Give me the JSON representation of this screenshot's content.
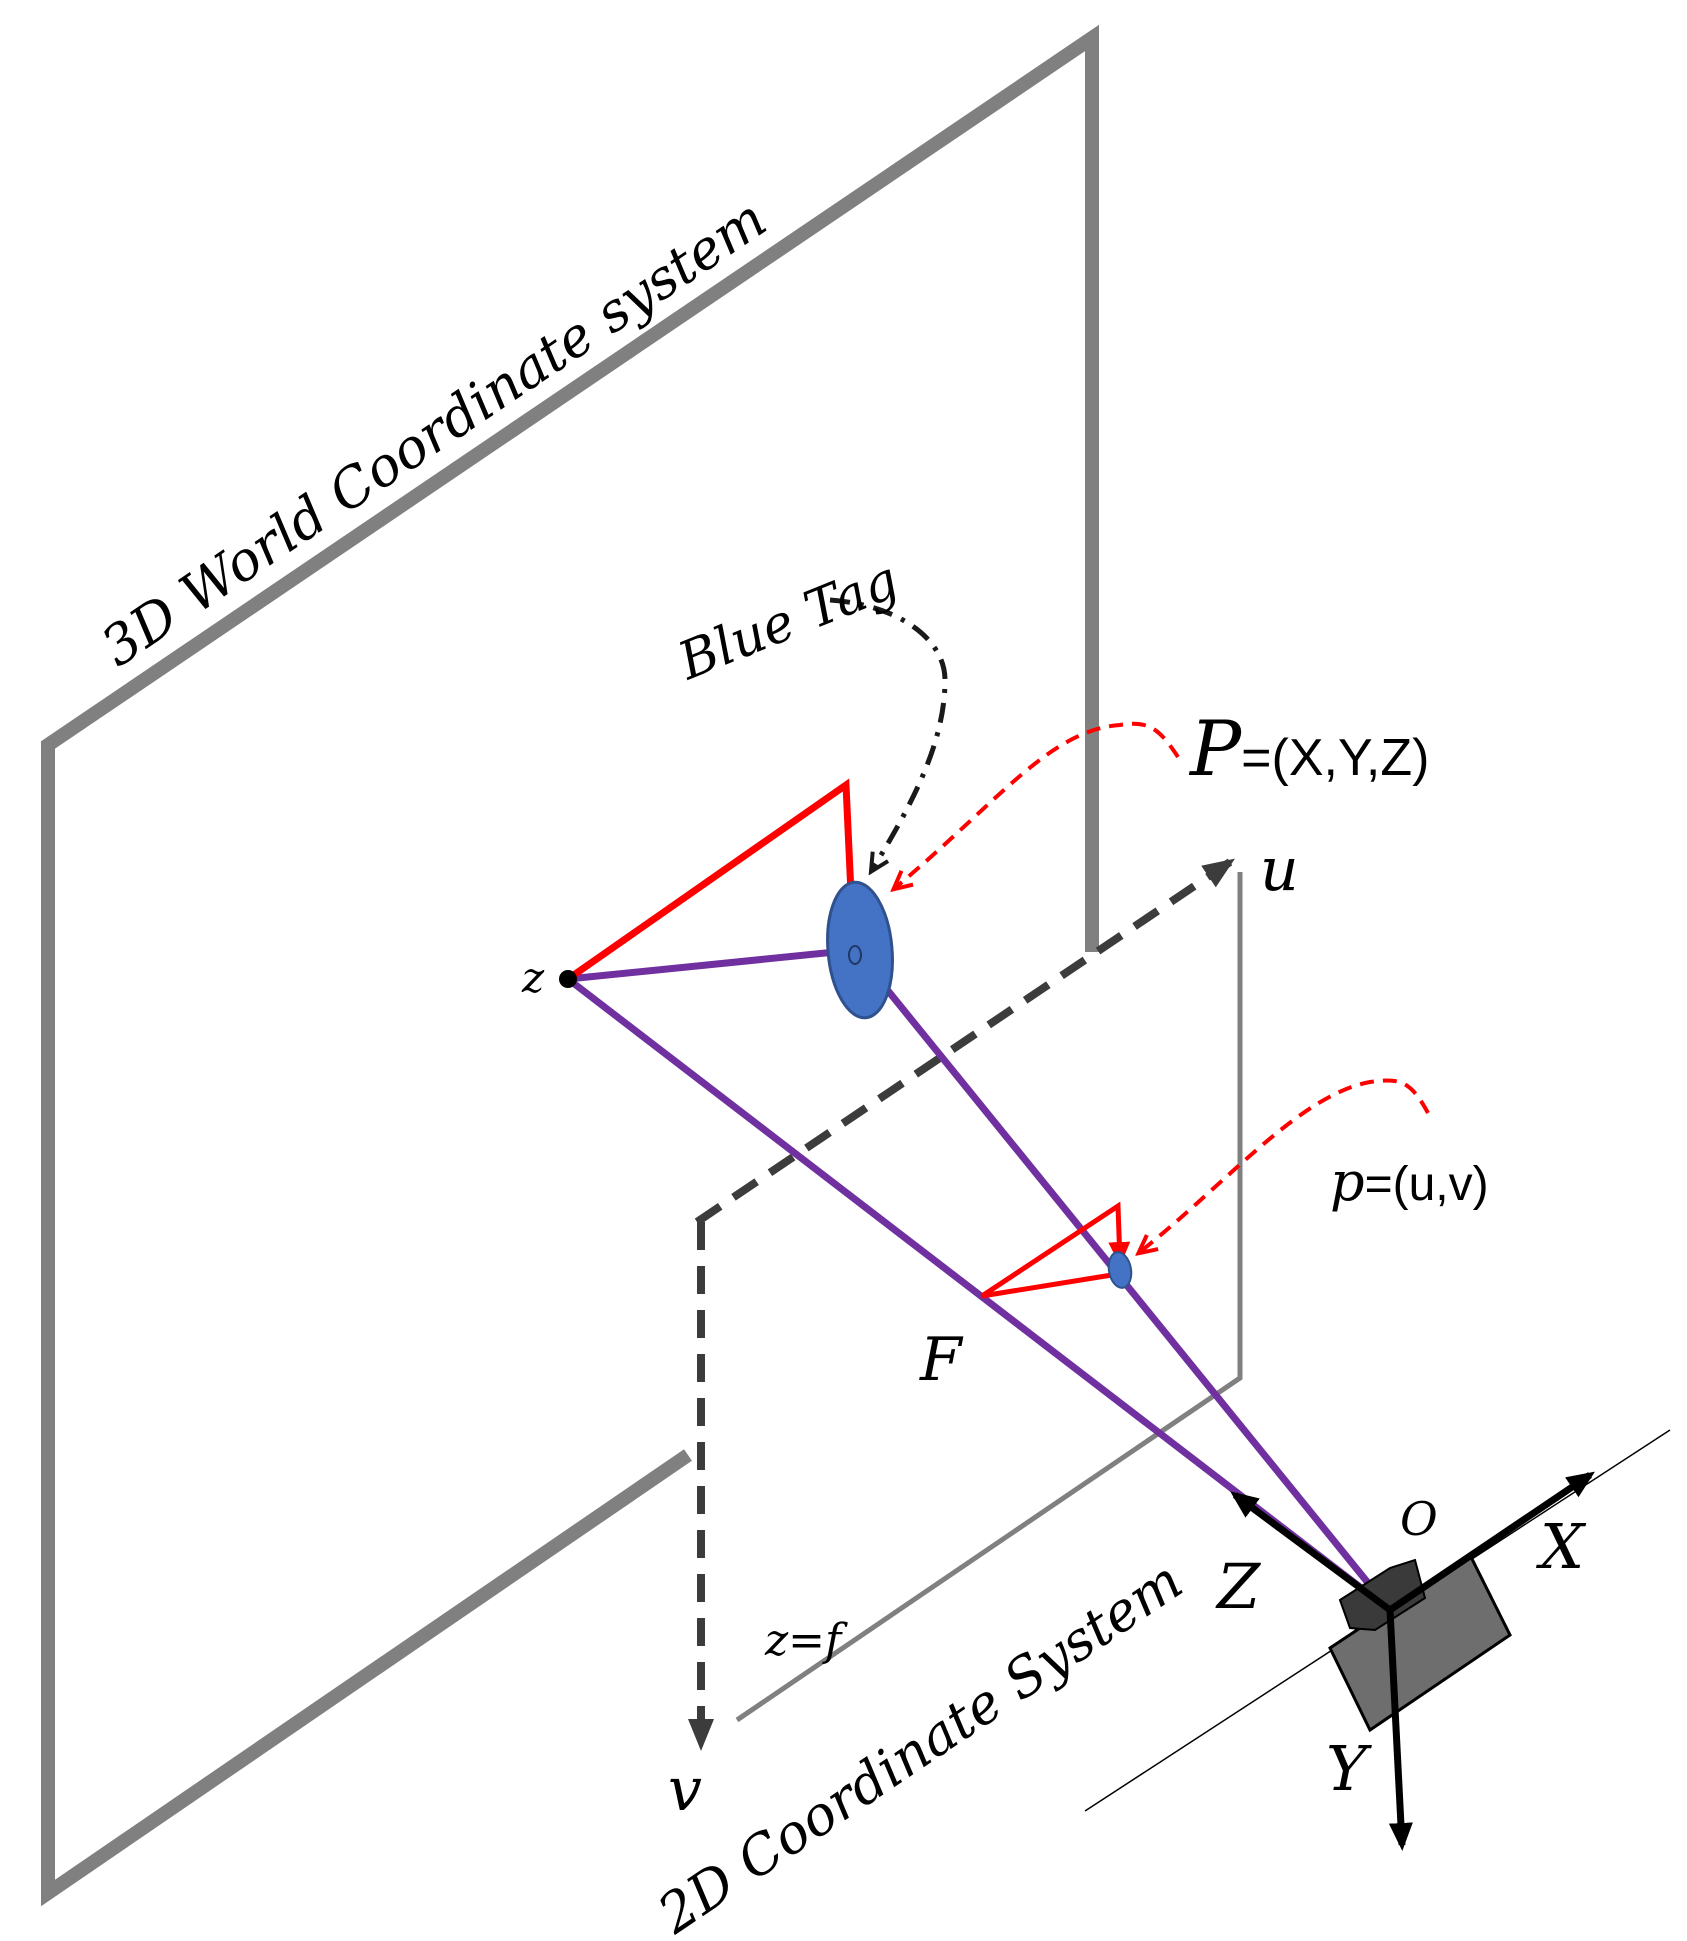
{
  "labels": {
    "world_system": "3D World Coordinate system",
    "image_system": "2D Coordinate System",
    "blue_tag": "Blue Tag",
    "world_point_symbol": "P",
    "world_point_coords": "=(X,Y,Z)",
    "image_point_symbol": "p",
    "image_point_coords": "=(u,v)",
    "axis_u": "u",
    "axis_v": "v",
    "focal_point": "F",
    "plane_distance": "z=f",
    "depth_point": "z",
    "origin": "O",
    "axis_x": "X",
    "axis_y": "Y",
    "axis_z": "Z"
  },
  "colors": {
    "world_frame": "#808080",
    "image_plane": "#808080",
    "dashed_axis": "#3c3c3c",
    "projection_ray": "#7030a0",
    "red_marker": "#ff0000",
    "blue_tag": "#4472c4",
    "camera_body": "#6e6e6e",
    "camera_lens": "#3a3a3a",
    "text": "#000000"
  }
}
